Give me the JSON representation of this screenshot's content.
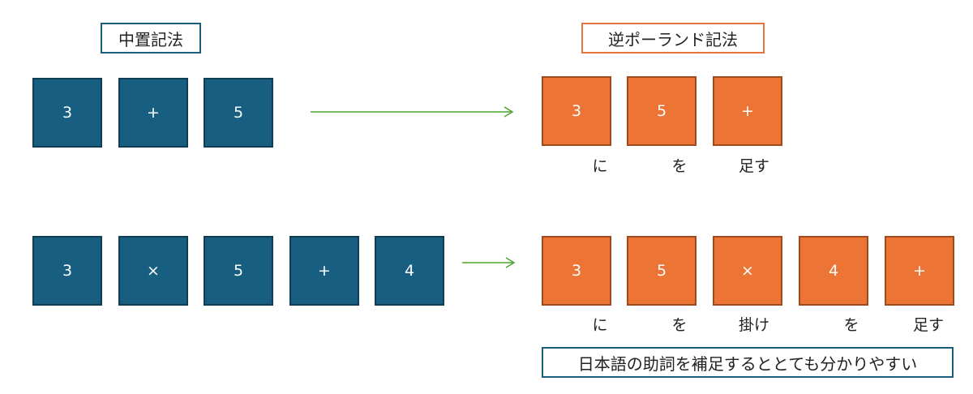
{
  "titles": {
    "infix": "中置記法",
    "rpn": "逆ポーランド記法"
  },
  "row1": {
    "infix_tokens": [
      "3",
      "+",
      "5"
    ],
    "rpn_tokens": [
      "3",
      "5",
      "+"
    ],
    "particles": [
      "に",
      "を",
      "足す"
    ]
  },
  "row2": {
    "infix_tokens": [
      "3",
      "×",
      "5",
      "+",
      "4"
    ],
    "rpn_tokens": [
      "3",
      "5",
      "×",
      "4",
      "+"
    ],
    "particles": [
      "に",
      "を",
      "掛け",
      "を",
      "足す"
    ]
  },
  "note": "日本語の助詞を補足するととても分かりやすい",
  "colors": {
    "infix_tile": "#175e80",
    "rpn_tile": "#ec7434",
    "arrow": "#4aa32c"
  }
}
